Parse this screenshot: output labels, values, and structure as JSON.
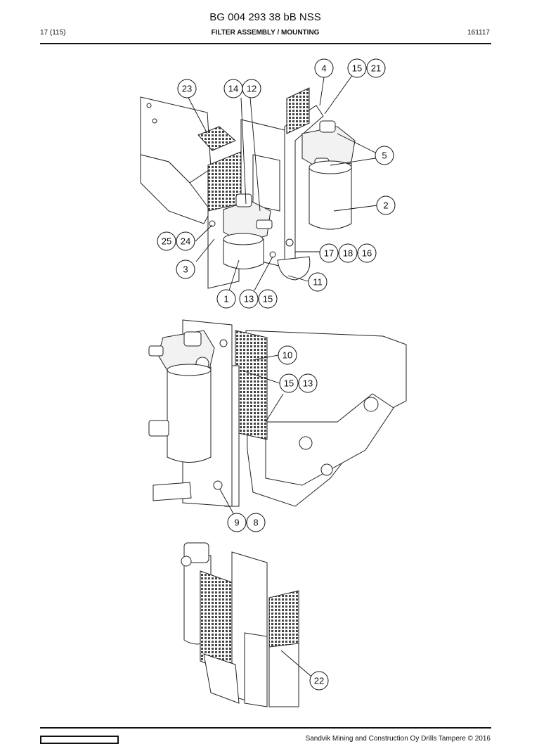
{
  "header": {
    "doc_number": "BG 004 293 38 bB NSS",
    "page": "17 (115)",
    "section": "FILTER ASSEMBLY / MOUNTING",
    "revision": "161117"
  },
  "footer": {
    "copyright": "Sandvik Mining and Construction Oy Drills Tampere © 2016"
  },
  "callouts": {
    "view1": [
      "4",
      "15",
      "21",
      "23",
      "14",
      "12",
      "5",
      "2",
      "25",
      "24",
      "17",
      "18",
      "16",
      "3",
      "11",
      "1",
      "13",
      "15"
    ],
    "view2": [
      "10",
      "15",
      "13",
      "9",
      "8"
    ],
    "view3": [
      "22"
    ]
  }
}
